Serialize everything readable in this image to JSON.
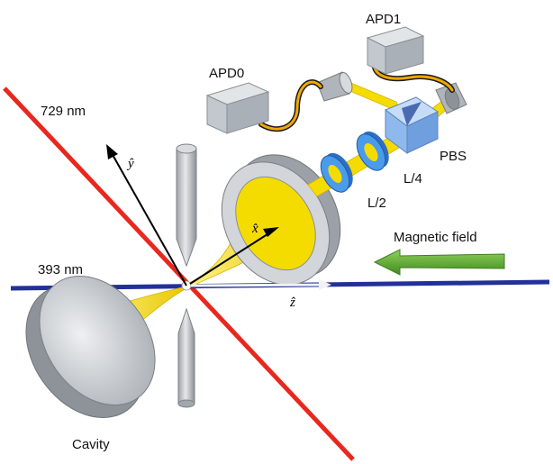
{
  "labels": {
    "wavelength_729": "729 nm",
    "wavelength_393": "393 nm",
    "apd0": "APD0",
    "apd1": "APD1",
    "pbs": "PBS",
    "l4": "L/4",
    "l2": "L/2",
    "magnetic_field": "Magnetic field",
    "cavity": "Cavity"
  },
  "axes": {
    "y": "ŷ",
    "x": "x̂",
    "z": "ẑ"
  },
  "colors": {
    "laser_729": "#e8281e",
    "laser_393": "#23309a",
    "beam": "#f5dc00",
    "fiber": "#f0a800",
    "mirror": "#b9bec4",
    "waveplate": "#3d8ee6",
    "pbs": "#8fb8ec",
    "field_arrow": "#5aae2e",
    "detector": "#c3c8cf"
  }
}
